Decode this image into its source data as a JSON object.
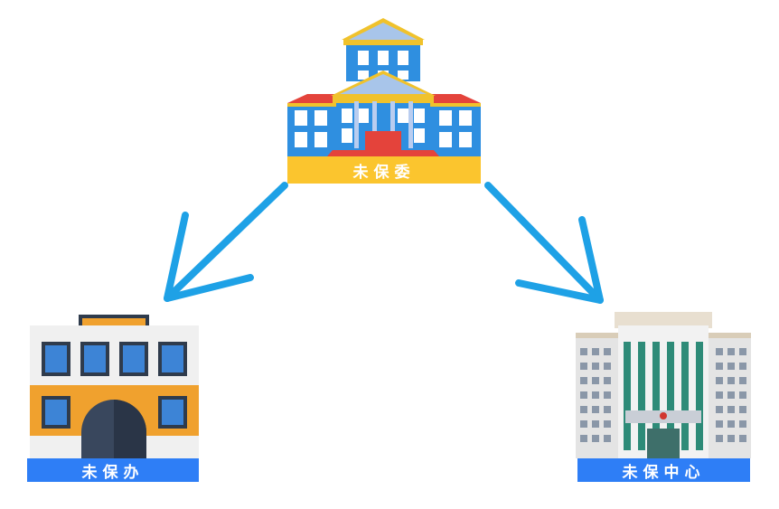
{
  "nodes": {
    "top": {
      "label": "未保委"
    },
    "left": {
      "label": "未保办"
    },
    "right": {
      "label": "未保中心"
    }
  },
  "colors": {
    "arrow": "#1ea1e6",
    "label_yellow": "#fbc52e",
    "label_blue": "#2e7ef6"
  }
}
